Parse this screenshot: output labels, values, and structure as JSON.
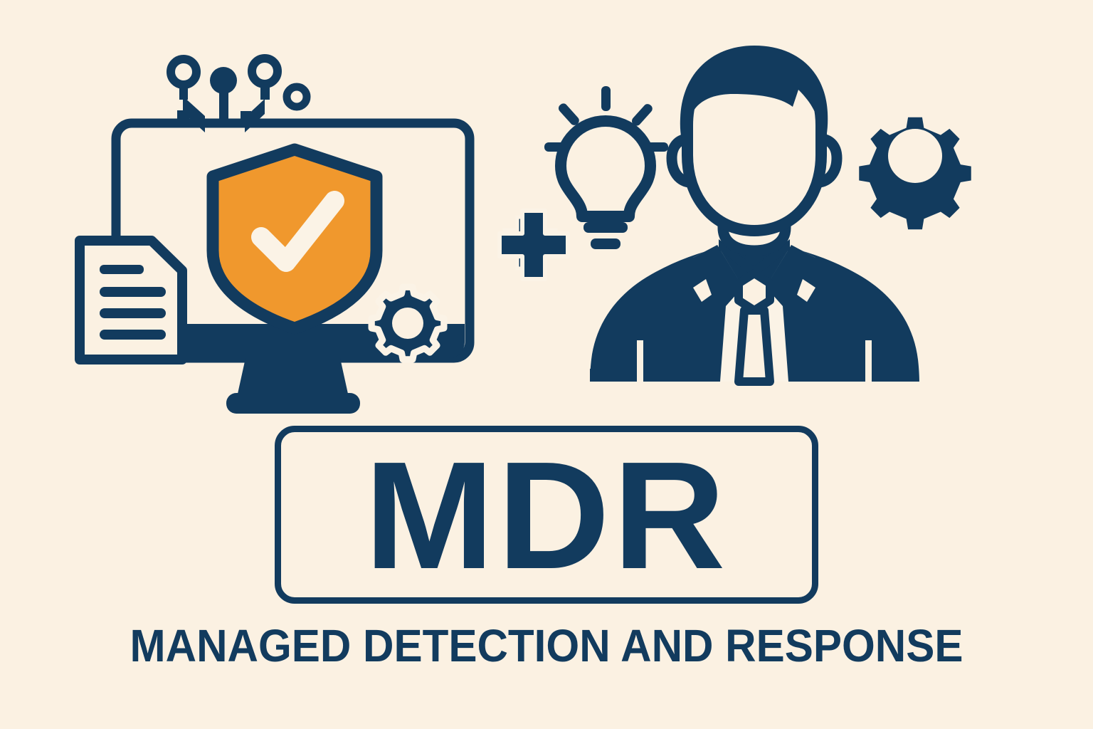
{
  "page": {
    "background_color": "#fbf1e2",
    "primary_color": "#123B5E",
    "accent_color": "#F0982D",
    "light_color": "#FBF3E6"
  },
  "badge": {
    "acronym": "MDR",
    "border_color": "#123B5E"
  },
  "subtitle": {
    "text": "MANAGED DETECTION AND RESPONSE",
    "color": "#123B5E"
  },
  "left_group": {
    "name": "technology-detection-group",
    "icons": [
      {
        "id": "circuit-trace-1",
        "label": "circuit-node-ring-icon"
      },
      {
        "id": "circuit-trace-2",
        "label": "circuit-node-dot-icon"
      },
      {
        "id": "circuit-trace-3",
        "label": "circuit-node-ring-icon"
      },
      {
        "id": "circuit-trace-4",
        "label": "circuit-node-small-ring-icon"
      },
      {
        "id": "monitor",
        "label": "desktop-monitor-icon"
      },
      {
        "id": "shield",
        "label": "shield-check-icon"
      },
      {
        "id": "monitor-gear",
        "label": "gear-icon"
      },
      {
        "id": "document",
        "label": "document-lines-icon"
      }
    ]
  },
  "operator": {
    "symbol": "plus-sign",
    "name": "plus-icon"
  },
  "right_group": {
    "name": "human-expert-group",
    "icons": [
      {
        "id": "lightbulb",
        "label": "lightbulb-idea-icon"
      },
      {
        "id": "analyst",
        "label": "security-analyst-avatar"
      },
      {
        "id": "expert-gear",
        "label": "gear-icon"
      }
    ]
  }
}
